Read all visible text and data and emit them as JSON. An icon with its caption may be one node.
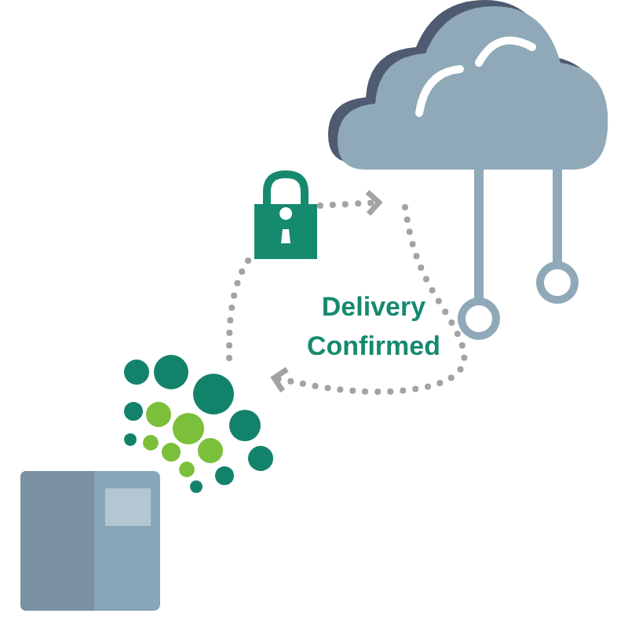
{
  "diagram": {
    "nodes": [
      {
        "text": [],
        "shape": "cloud"
      },
      {
        "text": [],
        "shape": "picture"
      },
      {
        "text": [],
        "shape": "picture"
      },
      {
        "text": [],
        "shape": "box"
      }
    ],
    "edges": [
      {
        "from": 1,
        "to": 0,
        "arrow": "to"
      },
      {
        "from": 0,
        "to": 2,
        "arrow": "to"
      },
      {
        "from": 2,
        "to": 1,
        "arrow": "none"
      }
    ],
    "labels": [
      "Delivery Confirmed"
    ]
  }
}
